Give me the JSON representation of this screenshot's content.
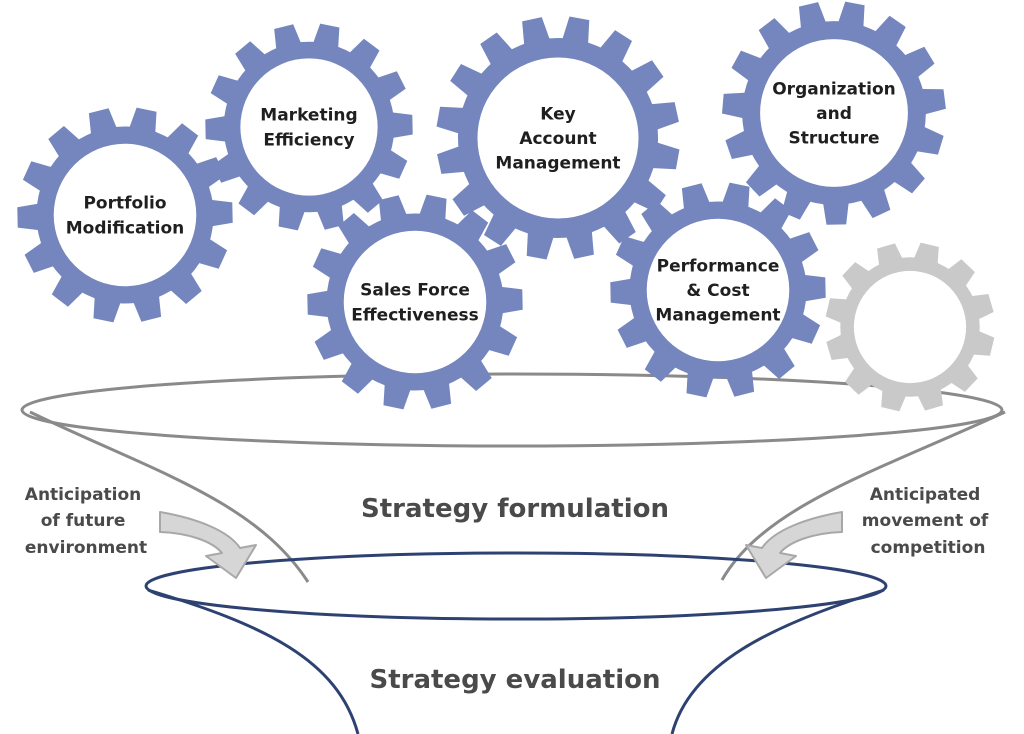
{
  "colors": {
    "gear_active": "#7486bd",
    "gear_inactive": "#c9c9c9",
    "funnel_outer": "#8a8a8a",
    "funnel_inner": "#2e4272",
    "arrow_fill": "#d6d6d6",
    "arrow_stroke": "#a8a8a8",
    "text_dark": "#1f1f1f",
    "text_grey": "#4a4a4a"
  },
  "gears": [
    {
      "id": "portfolio",
      "lines": [
        "Portfolio",
        "Modification"
      ],
      "active": true,
      "icon": "gear-icon"
    },
    {
      "id": "marketing",
      "lines": [
        "Marketing",
        "Efficiency"
      ],
      "active": true,
      "icon": "gear-icon"
    },
    {
      "id": "key-account",
      "lines": [
        "Key",
        "Account",
        "Management"
      ],
      "active": true,
      "icon": "gear-icon"
    },
    {
      "id": "organization",
      "lines": [
        "Organization",
        "and",
        "Structure"
      ],
      "active": true,
      "icon": "gear-icon"
    },
    {
      "id": "sales-force",
      "lines": [
        "Sales Force",
        "Effectiveness"
      ],
      "active": true,
      "icon": "gear-icon"
    },
    {
      "id": "performance",
      "lines": [
        "Performance",
        "& Cost",
        "Management"
      ],
      "active": true,
      "icon": "gear-icon"
    },
    {
      "id": "empty",
      "lines": [],
      "active": false,
      "icon": "gear-icon"
    }
  ],
  "left_note": [
    "Anticipation",
    "of future",
    "environment"
  ],
  "right_note": [
    "Anticipated",
    "movement of",
    "competition"
  ],
  "stage_top": "Strategy formulation",
  "stage_bottom": "Strategy evaluation"
}
